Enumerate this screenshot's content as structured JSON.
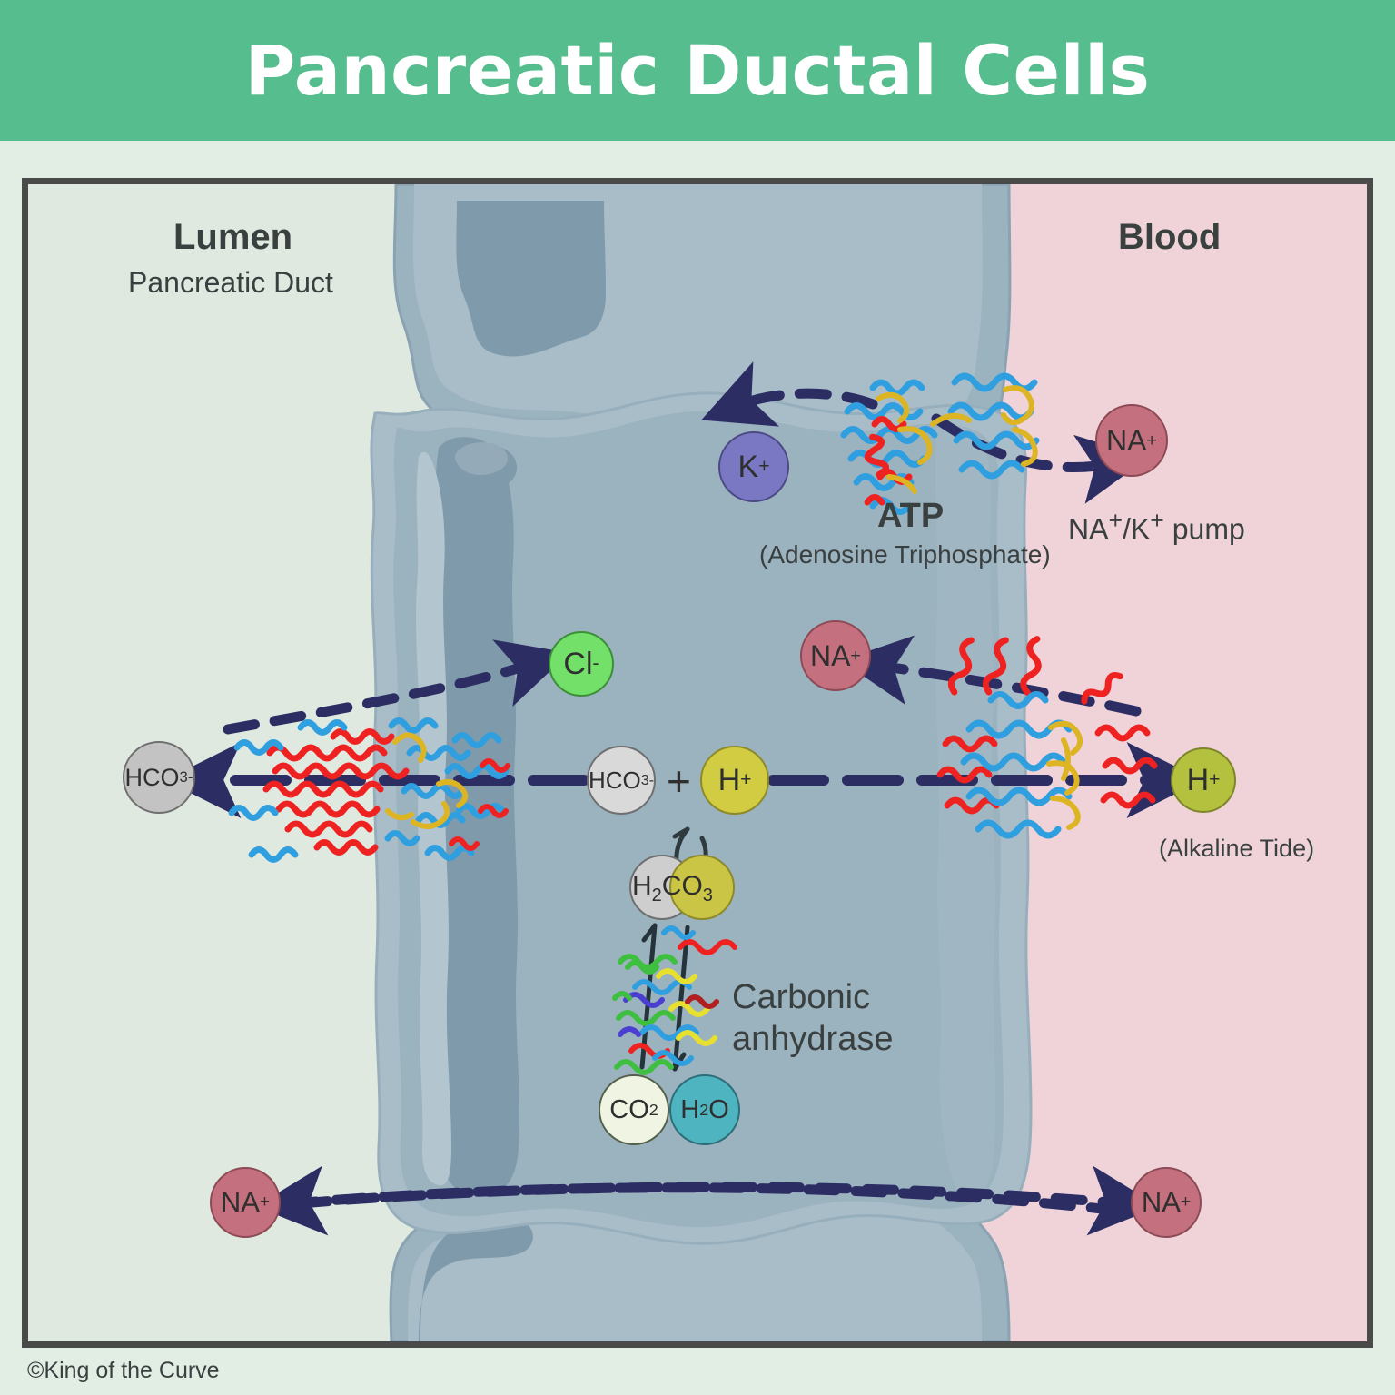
{
  "title": "Pancreatic Ductal Cells",
  "regions": {
    "lumen_title": "Lumen",
    "lumen_subtitle": "Pancreatic Duct",
    "blood_title": "Blood"
  },
  "labels": {
    "atp": "ATP",
    "atp_full": "(Adenosine Triphosphate)",
    "na_k_pump": "NA+/K+ pump",
    "carbonic_anhydrase_line1": "Carbonic",
    "carbonic_anhydrase_line2": "anhydrase",
    "alkaline_tide": "(Alkaline Tide)",
    "plus": "+",
    "h2co3": "H2CO3"
  },
  "molecules": [
    {
      "id": "k-plus",
      "text": "K+",
      "color": "#7a78c2",
      "location": "cytoplasm"
    },
    {
      "id": "na-plus-top",
      "text": "NA+",
      "color": "#c4707e",
      "location": "blood"
    },
    {
      "id": "cl-minus",
      "text": "Cl-",
      "color": "#73e06a",
      "location": "cytoplasm"
    },
    {
      "id": "na-plus-mid",
      "text": "NA+",
      "color": "#c4707e",
      "location": "cytoplasm"
    },
    {
      "id": "hco3-lumen",
      "text": "HCO3-",
      "color": "#c3c3c3",
      "location": "lumen"
    },
    {
      "id": "hco3-cyto",
      "text": "HCO3-",
      "color": "#d9d9d9",
      "location": "cytoplasm"
    },
    {
      "id": "h-plus-cyto",
      "text": "H+",
      "color": "#d1cc42",
      "location": "cytoplasm"
    },
    {
      "id": "h-plus-blood",
      "text": "H+",
      "color": "#b4c13f",
      "location": "blood"
    },
    {
      "id": "h2co3",
      "text": "H2CO3",
      "color": "#cbc546",
      "location": "cytoplasm"
    },
    {
      "id": "co2",
      "text": "CO2",
      "color": "#f0f4e2",
      "location": "cytoplasm"
    },
    {
      "id": "h2o",
      "text": "H2O",
      "color": "#4db4c0",
      "location": "cytoplasm"
    },
    {
      "id": "na-plus-lumen",
      "text": "NA+",
      "color": "#c4707e",
      "location": "lumen"
    },
    {
      "id": "na-plus-bloodbottom",
      "text": "NA+",
      "color": "#c4707e",
      "location": "blood"
    }
  ],
  "colors": {
    "banner": "#55bd8e",
    "lumen_bg": "#dfe9e0",
    "blood_bg": "#efd3d8",
    "cytoplasm": "#9bb2bf",
    "arrow": "#2b2d63",
    "frame": "#4a4a4a"
  },
  "copyright": "©King of the Curve"
}
